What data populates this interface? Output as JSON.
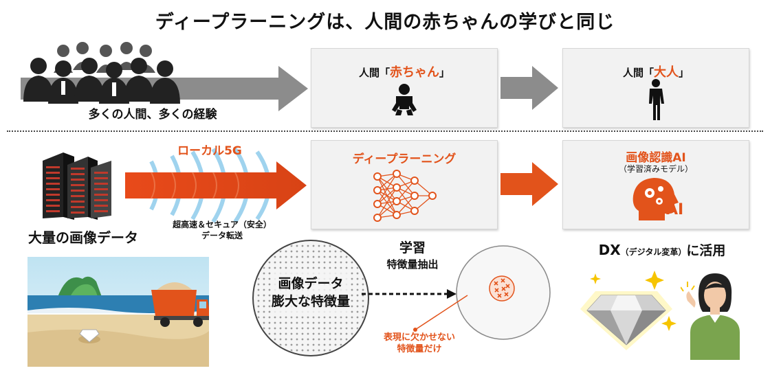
{
  "title": "ディープラーニングは、人間の赤ちゃんの学びと同じ",
  "top": {
    "crowd_caption": "多くの人間、多くの経験",
    "baby_box": {
      "prefix": "人間「",
      "highlight": "赤ちゃん",
      "suffix": "」"
    },
    "adult_box": {
      "prefix": "人間「",
      "highlight": "大人",
      "suffix": "」"
    }
  },
  "bottom": {
    "network_label": "ローカル5G",
    "transfer_caption_1": "超高速＆セキュア（安全）",
    "transfer_caption_2": "データ転送",
    "data_caption": "大量の画像データ",
    "dl_box_title": "ディープラーニング",
    "ai_box_title": "画像認識AI",
    "ai_box_sub": "（学習済みモデル）",
    "ai_head_label": "AI",
    "circle_text_1": "画像データ",
    "circle_text_2": "膨大な特徴量",
    "learn_title": "学習",
    "learn_sub": "特徴量抽出",
    "feature_note_1": "表現に欠かせない",
    "feature_note_2": "特徴量だけ",
    "dx_main": "DX",
    "dx_paren": "（デジタル変革）",
    "dx_suffix": "に活用"
  },
  "colors": {
    "accent": "#e2531b",
    "arrow_gray": "#8c8c8c",
    "box_bg": "#f2f2f2",
    "signal_blue": "#9fd3ee"
  }
}
